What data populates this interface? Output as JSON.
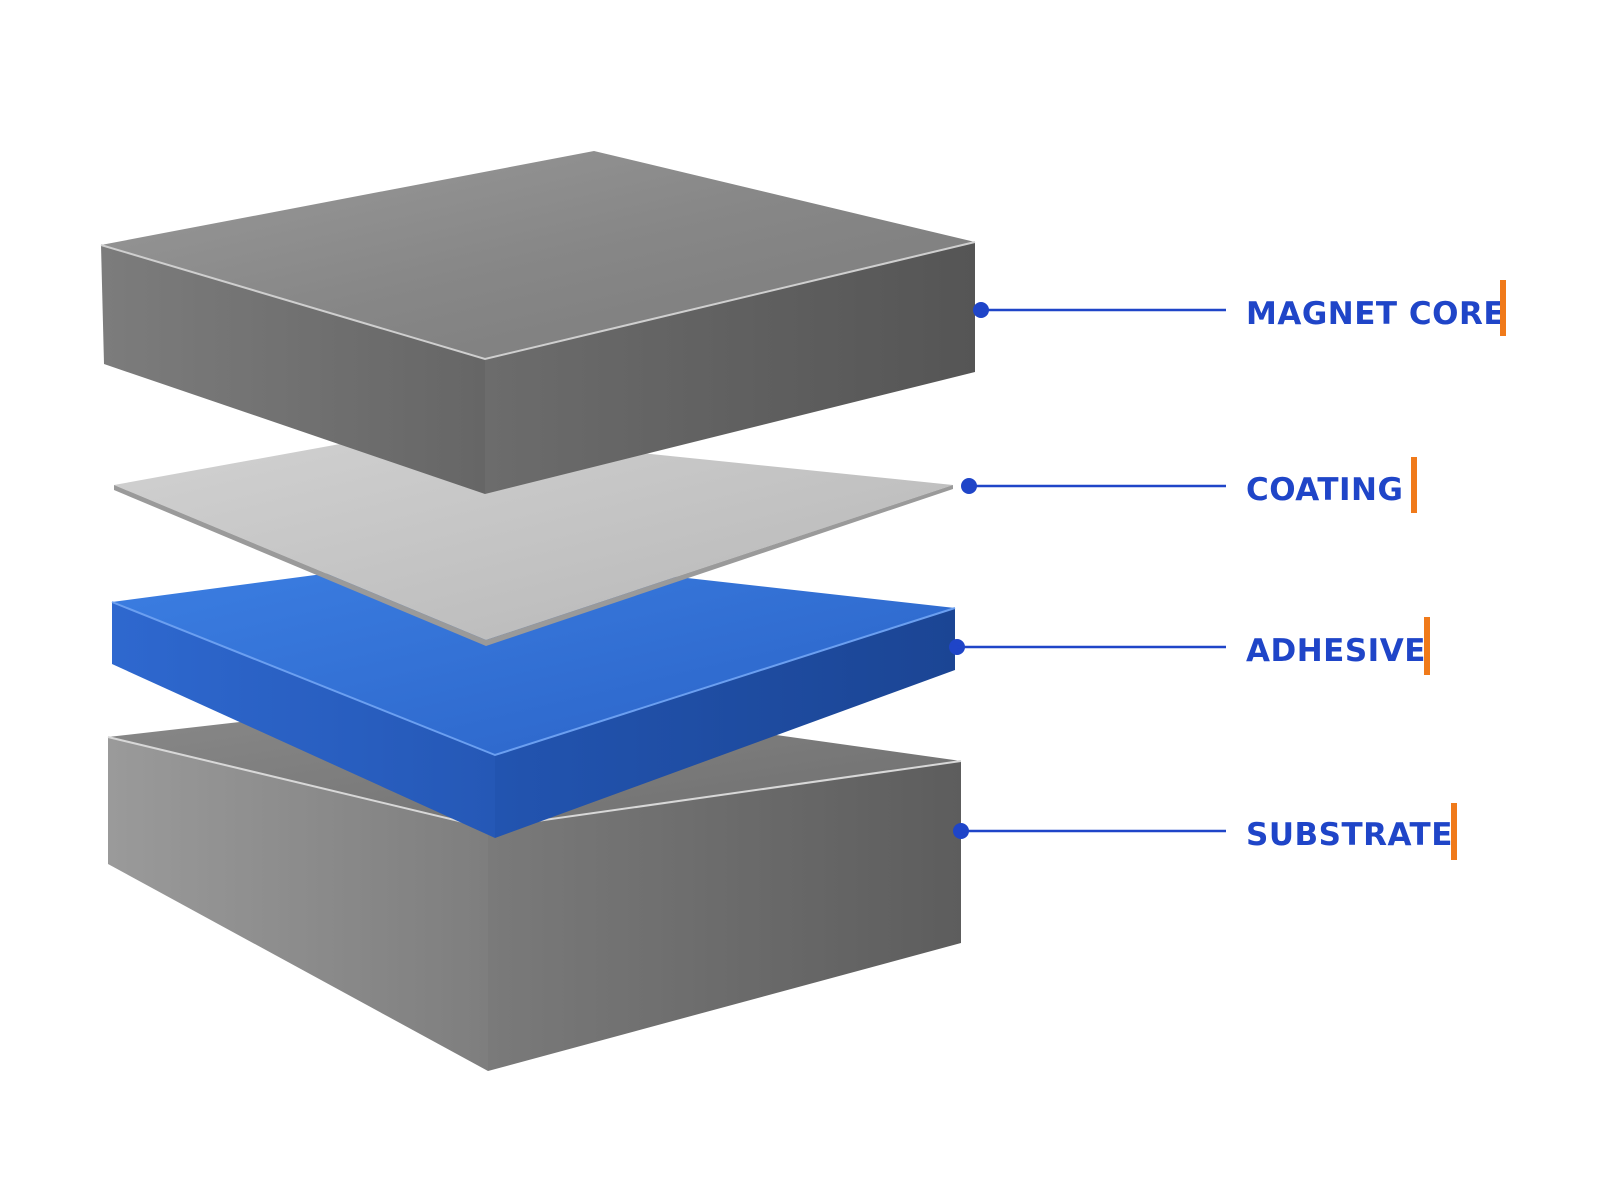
{
  "colors": {
    "label_text": "#1f45c8",
    "leader_line": "#1f45c8",
    "accent_bar": "#f07a1a",
    "metal_top": "#8a8a8a",
    "metal_front": "#6f6f6f",
    "metal_side": "#5e5e5e",
    "coating_top": "#c4c4c4",
    "adhesive_top": "#2f6fd6",
    "adhesive_front": "#2a63c6",
    "adhesive_side": "#1f4fa8",
    "substrate_top": "#7d7d7d",
    "substrate_front": "#8a8a8a",
    "substrate_side": "#666666"
  },
  "layers": [
    {
      "id": "magnet-core",
      "label": "MAGNET CORE",
      "icon": "metal-slab"
    },
    {
      "id": "coating",
      "label": "COATING",
      "icon": "thin-sheet"
    },
    {
      "id": "adhesive",
      "label": "ADHESIVE",
      "icon": "blue-slab"
    },
    {
      "id": "substrate",
      "label": "SUBSTRATE",
      "icon": "metal-slab"
    }
  ]
}
